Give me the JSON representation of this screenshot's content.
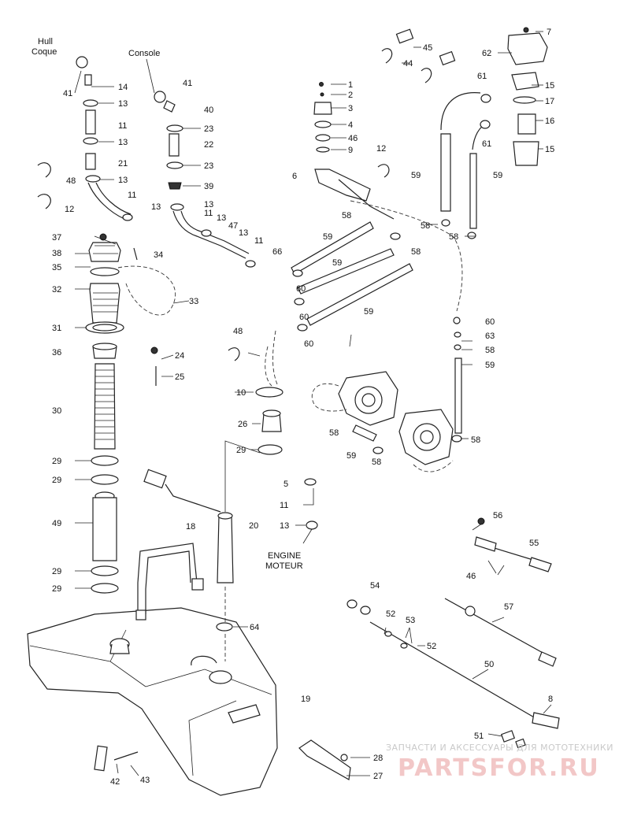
{
  "labels": {
    "hull": "Hull",
    "coque": "Coque",
    "console": "Console",
    "engine": "ENGINE",
    "moteur": "MOTEUR"
  },
  "callouts": [
    {
      "id": "c-7",
      "text": "7"
    },
    {
      "id": "c-62",
      "text": "62"
    },
    {
      "id": "c-45",
      "text": "45"
    },
    {
      "id": "c-44",
      "text": "44"
    },
    {
      "id": "c-61a",
      "text": "61"
    },
    {
      "id": "c-15a",
      "text": "15"
    },
    {
      "id": "c-17",
      "text": "17"
    },
    {
      "id": "c-16",
      "text": "16"
    },
    {
      "id": "c-61b",
      "text": "61"
    },
    {
      "id": "c-15b",
      "text": "15"
    },
    {
      "id": "c-59a",
      "text": "59"
    },
    {
      "id": "c-59b",
      "text": "59"
    },
    {
      "id": "c-1",
      "text": "1"
    },
    {
      "id": "c-2",
      "text": "2"
    },
    {
      "id": "c-3",
      "text": "3"
    },
    {
      "id": "c-4",
      "text": "4"
    },
    {
      "id": "c-46a",
      "text": "46"
    },
    {
      "id": "c-9",
      "text": "9"
    },
    {
      "id": "c-12a",
      "text": "12"
    },
    {
      "id": "c-6",
      "text": "6"
    },
    {
      "id": "c-41a",
      "text": "41"
    },
    {
      "id": "c-14",
      "text": "14"
    },
    {
      "id": "c-13a",
      "text": "13"
    },
    {
      "id": "c-11a",
      "text": "11"
    },
    {
      "id": "c-13b",
      "text": "13"
    },
    {
      "id": "c-21",
      "text": "21"
    },
    {
      "id": "c-13c",
      "text": "13"
    },
    {
      "id": "c-48a",
      "text": "48"
    },
    {
      "id": "c-12b",
      "text": "12"
    },
    {
      "id": "c-11b",
      "text": "11"
    },
    {
      "id": "c-13d",
      "text": "13"
    },
    {
      "id": "c-41b",
      "text": "41"
    },
    {
      "id": "c-40",
      "text": "40"
    },
    {
      "id": "c-23a",
      "text": "23"
    },
    {
      "id": "c-22",
      "text": "22"
    },
    {
      "id": "c-23b",
      "text": "23"
    },
    {
      "id": "c-39",
      "text": "39"
    },
    {
      "id": "c-13e",
      "text": "13"
    },
    {
      "id": "c-11c",
      "text": "11"
    },
    {
      "id": "c-13f",
      "text": "13"
    },
    {
      "id": "c-47",
      "text": "47"
    },
    {
      "id": "c-13g",
      "text": "13"
    },
    {
      "id": "c-11d",
      "text": "11"
    },
    {
      "id": "c-66",
      "text": "66"
    },
    {
      "id": "c-58a",
      "text": "58"
    },
    {
      "id": "c-58b",
      "text": "58"
    },
    {
      "id": "c-58c",
      "text": "58"
    },
    {
      "id": "c-58d",
      "text": "58"
    },
    {
      "id": "c-59c",
      "text": "59"
    },
    {
      "id": "c-59d",
      "text": "59"
    },
    {
      "id": "c-59e",
      "text": "59"
    },
    {
      "id": "c-60a",
      "text": "60"
    },
    {
      "id": "c-60b",
      "text": "60"
    },
    {
      "id": "c-60c",
      "text": "60"
    },
    {
      "id": "c-63",
      "text": "63"
    },
    {
      "id": "c-58e",
      "text": "58"
    },
    {
      "id": "c-59f",
      "text": "59"
    },
    {
      "id": "c-37",
      "text": "37"
    },
    {
      "id": "c-38",
      "text": "38"
    },
    {
      "id": "c-35",
      "text": "35"
    },
    {
      "id": "c-34",
      "text": "34"
    },
    {
      "id": "c-32",
      "text": "32"
    },
    {
      "id": "c-33",
      "text": "33"
    },
    {
      "id": "c-31",
      "text": "31"
    },
    {
      "id": "c-36",
      "text": "36"
    },
    {
      "id": "c-24",
      "text": "24"
    },
    {
      "id": "c-25",
      "text": "25"
    },
    {
      "id": "c-48b",
      "text": "48"
    },
    {
      "id": "c-10",
      "text": "10"
    },
    {
      "id": "c-30",
      "text": "30"
    },
    {
      "id": "c-26",
      "text": "26"
    },
    {
      "id": "c-29a",
      "text": "29"
    },
    {
      "id": "c-58f",
      "text": "58"
    },
    {
      "id": "c-59g",
      "text": "59"
    },
    {
      "id": "c-58g",
      "text": "58"
    },
    {
      "id": "c-58h",
      "text": "58"
    },
    {
      "id": "c-29b",
      "text": "29"
    },
    {
      "id": "c-29c",
      "text": "29"
    },
    {
      "id": "c-5",
      "text": "5"
    },
    {
      "id": "c-11e",
      "text": "11"
    },
    {
      "id": "c-20",
      "text": "20"
    },
    {
      "id": "c-13h",
      "text": "13"
    },
    {
      "id": "c-49",
      "text": "49"
    },
    {
      "id": "c-18",
      "text": "18"
    },
    {
      "id": "c-56",
      "text": "56"
    },
    {
      "id": "c-55",
      "text": "55"
    },
    {
      "id": "c-46b",
      "text": "46"
    },
    {
      "id": "c-29d",
      "text": "29"
    },
    {
      "id": "c-29e",
      "text": "29"
    },
    {
      "id": "c-54",
      "text": "54"
    },
    {
      "id": "c-57",
      "text": "57"
    },
    {
      "id": "c-52a",
      "text": "52"
    },
    {
      "id": "c-53",
      "text": "53"
    },
    {
      "id": "c-52b",
      "text": "52"
    },
    {
      "id": "c-64",
      "text": "64"
    },
    {
      "id": "c-50",
      "text": "50"
    },
    {
      "id": "c-19",
      "text": "19"
    },
    {
      "id": "c-8",
      "text": "8"
    },
    {
      "id": "c-51",
      "text": "51"
    },
    {
      "id": "c-28",
      "text": "28"
    },
    {
      "id": "c-27",
      "text": "27"
    },
    {
      "id": "c-42",
      "text": "42"
    },
    {
      "id": "c-43",
      "text": "43"
    }
  ],
  "watermark": {
    "line1": "ЗАПЧАСТИ И АКСЕССУАРЫ ДЛЯ МОТОТЕХНИКИ",
    "line2": "PARTSFOR.RU"
  }
}
